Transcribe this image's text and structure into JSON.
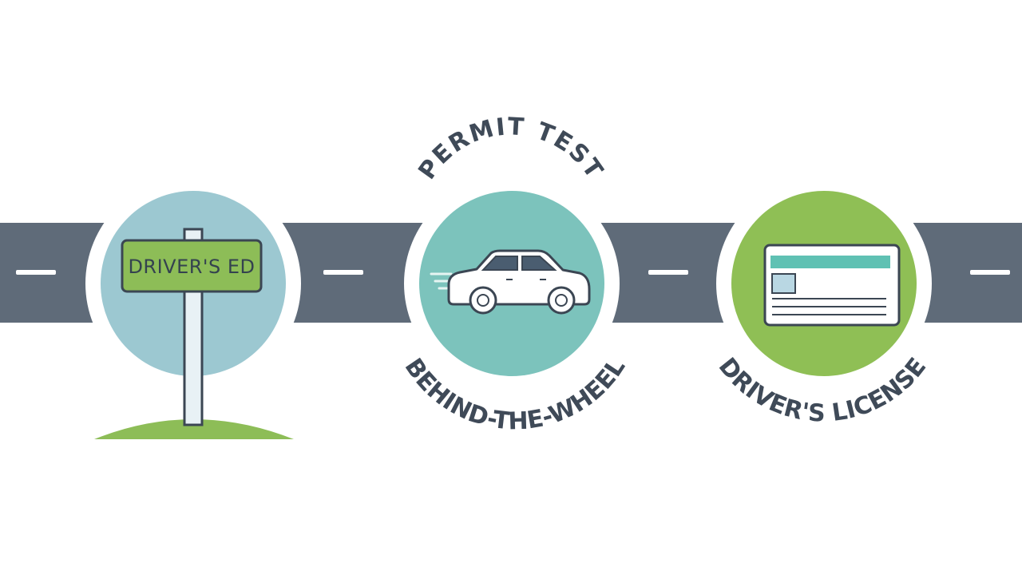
{
  "steps": [
    {
      "id": "drivers-ed",
      "sign_text": "DRIVER'S ED",
      "circle_color": "#9cc8d1"
    },
    {
      "id": "permit-behind-wheel",
      "top_label": "PERMIT TEST",
      "bottom_label": "BEHIND-THE-WHEEL",
      "circle_color": "#7cc3bc"
    },
    {
      "id": "drivers-license",
      "bottom_label": "DRIVER'S LICENSE",
      "circle_color": "#8fbf55"
    }
  ],
  "colors": {
    "road": "#5f6b79",
    "road_dash": "#ffffff",
    "outline": "#3b4653",
    "sign_fill": "#8dbd57",
    "grass": "#8dbd57",
    "card_stripe": "#5fc1b3",
    "card_photo": "#b9d7e3",
    "label_text": "#3f4a58"
  },
  "icons": [
    "road",
    "signpost-icon",
    "car-icon",
    "license-card-icon"
  ]
}
